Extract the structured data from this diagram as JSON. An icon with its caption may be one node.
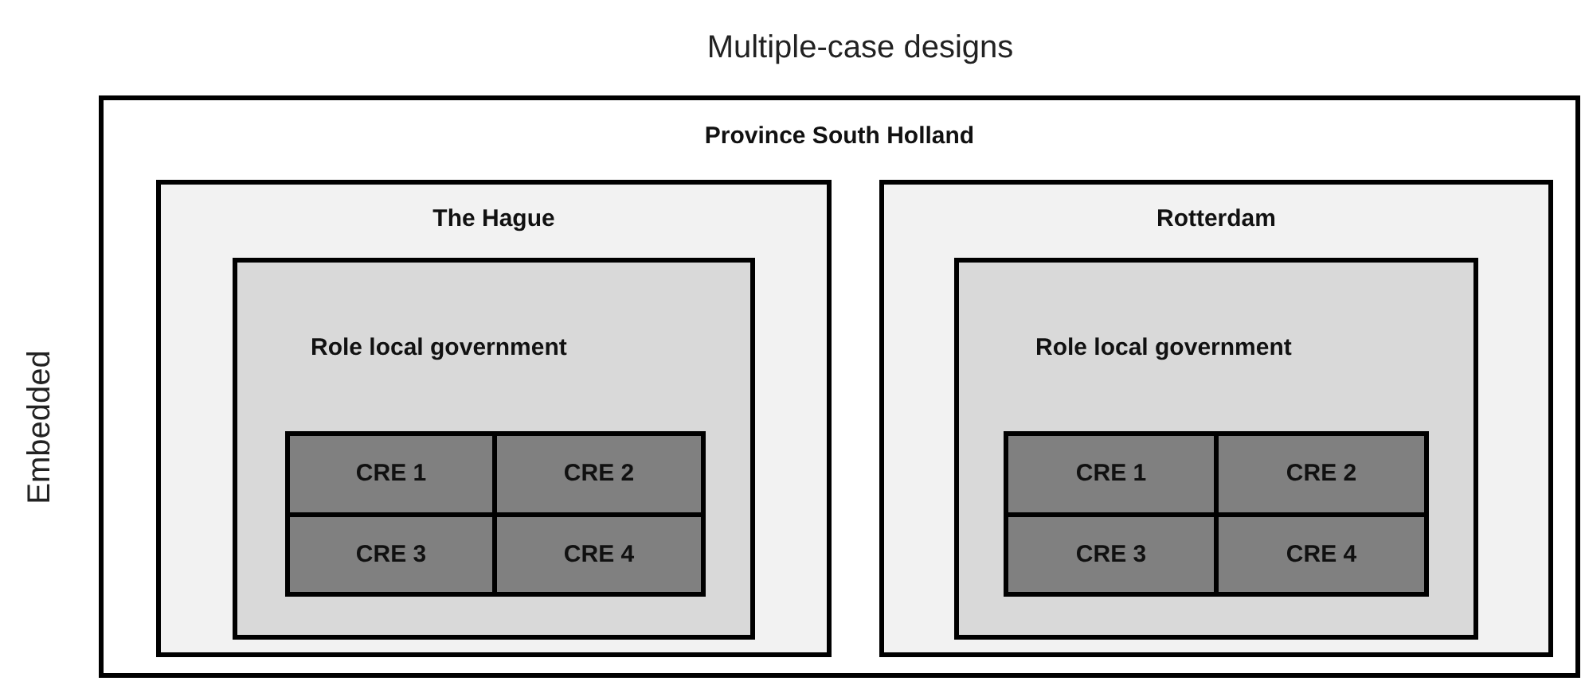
{
  "diagram": {
    "title": "Multiple-case designs",
    "nodes": [
      {
        "text": [
          "Province South Holland"
        ]
      },
      {
        "text": [
          "The Hague"
        ],
        "in": 0
      },
      {
        "text": [
          "Role local government"
        ],
        "in": 1
      },
      {
        "text": [
          "CRE 1"
        ],
        "in": 2
      },
      {
        "text": [
          "CRE 2"
        ],
        "in": 2
      },
      {
        "text": [
          "CRE 3"
        ],
        "in": 2
      },
      {
        "text": [
          "CRE 4"
        ],
        "in": 2
      },
      {
        "text": [
          "Rotterdam"
        ],
        "in": 0
      },
      {
        "text": [
          "Role local government"
        ],
        "in": 7
      },
      {
        "text": [
          "CRE 1"
        ],
        "in": 8
      },
      {
        "text": [
          "CRE 2"
        ],
        "in": 8
      },
      {
        "text": [
          "CRE 3"
        ],
        "in": 8
      },
      {
        "text": [
          "CRE 4"
        ],
        "in": 8
      }
    ],
    "labels": [
      "Embedded"
    ]
  }
}
